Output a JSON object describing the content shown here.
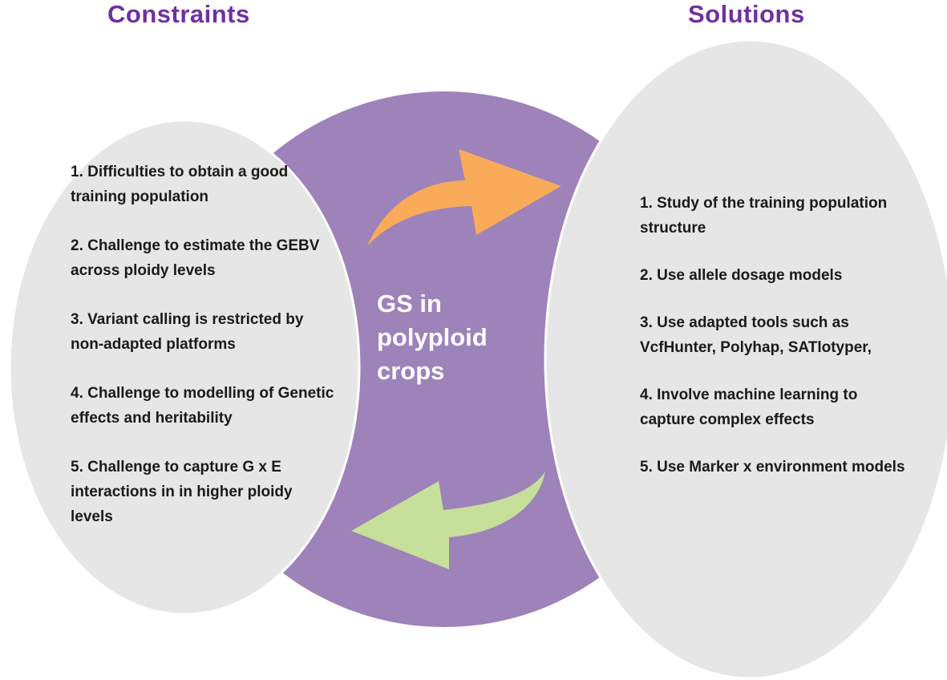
{
  "headings": {
    "left": "Constraints",
    "right": "Solutions"
  },
  "center": {
    "line1": "GS in",
    "line2": "polyploid",
    "line3": "crops"
  },
  "constraints": [
    "1. Difficulties to obtain a good training population",
    "2. Challenge to estimate the GEBV across  ploidy levels",
    "3. Variant calling is restricted by non-adapted platforms",
    "4. Challenge to modelling of Genetic effects and heritability",
    "5. Challenge to capture G x E interactions in in higher ploidy levels"
  ],
  "solutions": [
    "1. Study of the training population structure",
    "2. Use allele dosage models",
    "3. Use adapted tools such as VcfHunter, Polyhap, SATlotyper,",
    "4. Involve machine learning to capture complex effects",
    "5. Use Marker x environment models"
  ],
  "colors": {
    "heading": "#7030a0",
    "center_circle": "#9e82ba",
    "ellipse_fill": "#e6e6e6",
    "ellipse_stroke": "#ffffff",
    "arrow_forward": "#f9ab5a",
    "arrow_back": "#c6df9a"
  },
  "icons": {
    "forward_arrow": "curved-arrow-right-icon",
    "back_arrow": "curved-arrow-left-icon"
  }
}
